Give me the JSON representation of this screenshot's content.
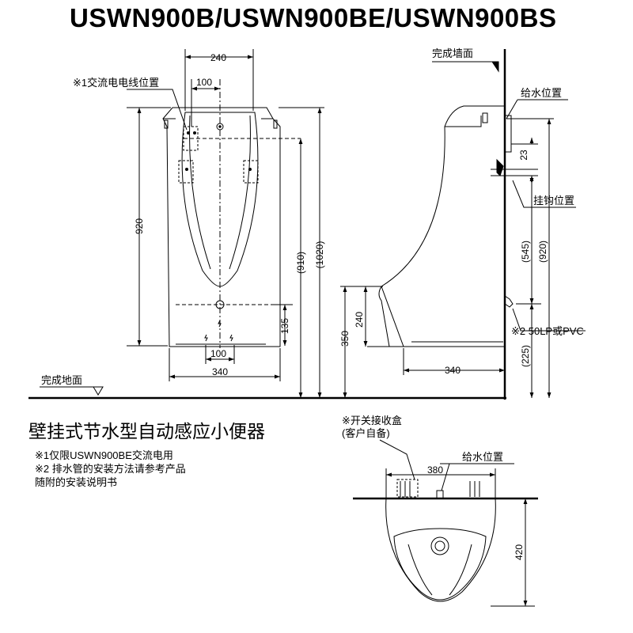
{
  "title": "USWN900B/USWN900BE/USWN900BS",
  "product_name": "壁挂式节水型自动感应小便器",
  "notes": [
    "※1仅限USWN900BE交流电用",
    "※2 排水管的安装方法请参考产品",
    "随附的安装说明书"
  ],
  "front_view": {
    "dim_240": "240",
    "dim_100_top": "100",
    "dim_920": "920",
    "dim_910": "(910)",
    "dim_1020": "(1020)",
    "dim_135": "135",
    "dim_100_bottom": "100",
    "dim_340": "340",
    "note_ac_wire": "※1交流电电线位置",
    "floor_label": "完成地面"
  },
  "side_view": {
    "wall_label": "完成墙面",
    "water_supply_label": "给水位置",
    "dim_23": "23",
    "hook_label": "挂钩位置",
    "dim_545": "(545)",
    "dim_920": "(920)",
    "dim_350": "350",
    "dim_240": "240",
    "drain_note": "※2  50LP或PVC",
    "dim_225": "(225)",
    "dim_340": "340"
  },
  "top_view": {
    "switch_box_line1": "※开关接收盒",
    "switch_box_line2": "(客户自备)",
    "water_supply_label": "给水位置",
    "dim_380": "380",
    "dim_420": "420"
  }
}
